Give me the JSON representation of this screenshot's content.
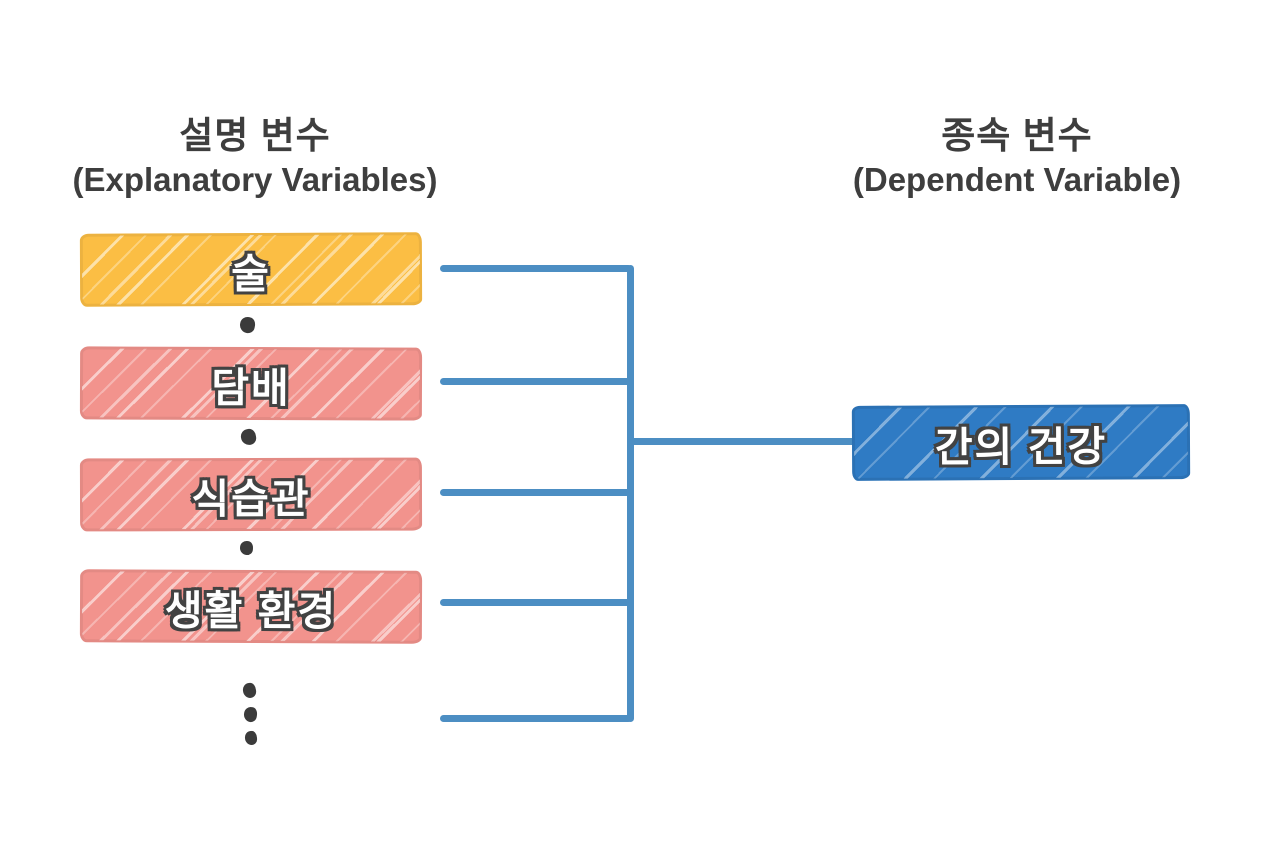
{
  "header": {
    "explanatory": {
      "ko": "설명 변수",
      "en": "(Explanatory Variables)"
    },
    "dependent": {
      "ko": "종속 변수",
      "en": "(Dependent Variable)"
    }
  },
  "explanatory": {
    "items": [
      {
        "label": "술",
        "color": "#FBBE44"
      },
      {
        "label": "담배",
        "color": "#F2938D"
      },
      {
        "label": "식습관",
        "color": "#F2938D"
      },
      {
        "label": "생활 환경",
        "color": "#F2938D"
      }
    ]
  },
  "dependent": {
    "label": "간의 건강",
    "color": "#2F7BC4"
  },
  "colors": {
    "connector": "#4C8EC3",
    "dot": "#3B3B3B",
    "title_text": "#3E3E3E",
    "label_outline": "#424242",
    "background": "#FFFFFF"
  }
}
